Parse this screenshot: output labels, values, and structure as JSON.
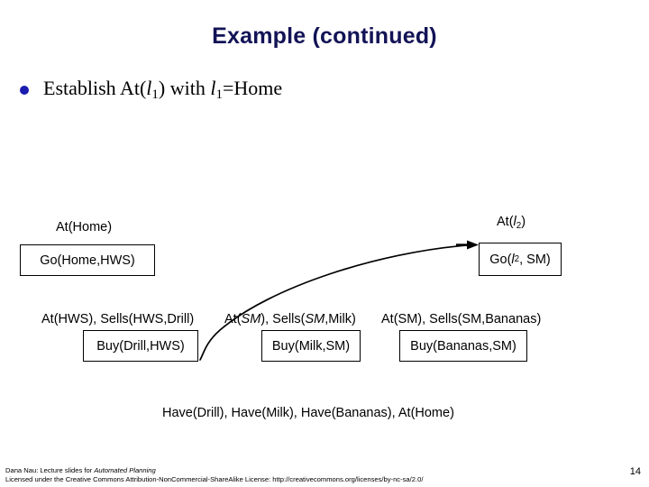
{
  "slide": {
    "title": "Example (continued)",
    "title_color": "#131357",
    "page_number": "14",
    "background": "#ffffff"
  },
  "bullet": {
    "marker_color": "#1b1bb0",
    "text_parts": {
      "part1": "Establish At(",
      "var1": "l",
      "sub1": "1",
      "part2": ") with ",
      "var2": "l",
      "sub2": "1",
      "part3": "=Home"
    },
    "full_text": "Establish At(l1) with l1=Home"
  },
  "diagram": {
    "nodes": [
      {
        "id": "go-home-hws",
        "precondition_label": "At(Home)",
        "action_label": "Go(Home,HWS)"
      },
      {
        "id": "go-l2-sm",
        "precondition_label_parts": {
          "pre": "At(",
          "var": "l",
          "sub": "2",
          "post": ")"
        },
        "precondition_label": "At(l2)",
        "action_label_parts": {
          "pre": "Go(",
          "var": "l",
          "sub": "2",
          "post": ", SM)"
        },
        "action_label": "Go(l2, SM)"
      },
      {
        "id": "buy-drill-hws",
        "precondition_label": "At(HWS), Sells(HWS,Drill)",
        "action_label": "Buy(Drill,HWS)"
      },
      {
        "id": "buy-milk-sm",
        "precondition_label_parts": {
          "a": "At(",
          "b": "SM",
          "c": "), Sells(",
          "d": "SM",
          "e": ",Milk)"
        },
        "precondition_label": "At(SM), Sells(SM,Milk)",
        "action_label": "Buy(Milk,SM)"
      },
      {
        "id": "buy-bananas-sm",
        "precondition_label": "At(SM), Sells(SM,Bananas)",
        "action_label": "Buy(Bananas,SM)"
      }
    ],
    "goal_label": "Have(Drill), Have(Milk), Have(Bananas), At(Home)",
    "edge": {
      "name": "causal-link-arrow",
      "from": "buy-drill-hws",
      "to": "go-l2-sm",
      "color": "#000000"
    }
  },
  "footer": {
    "line1_pre": "Dana Nau: Lecture slides for ",
    "line1_italic": "Automated Planning",
    "line2": "Licensed under the Creative Commons Attribution-NonCommercial-ShareAlike License: http://creativecommons.org/licenses/by-nc-sa/2.0/"
  }
}
